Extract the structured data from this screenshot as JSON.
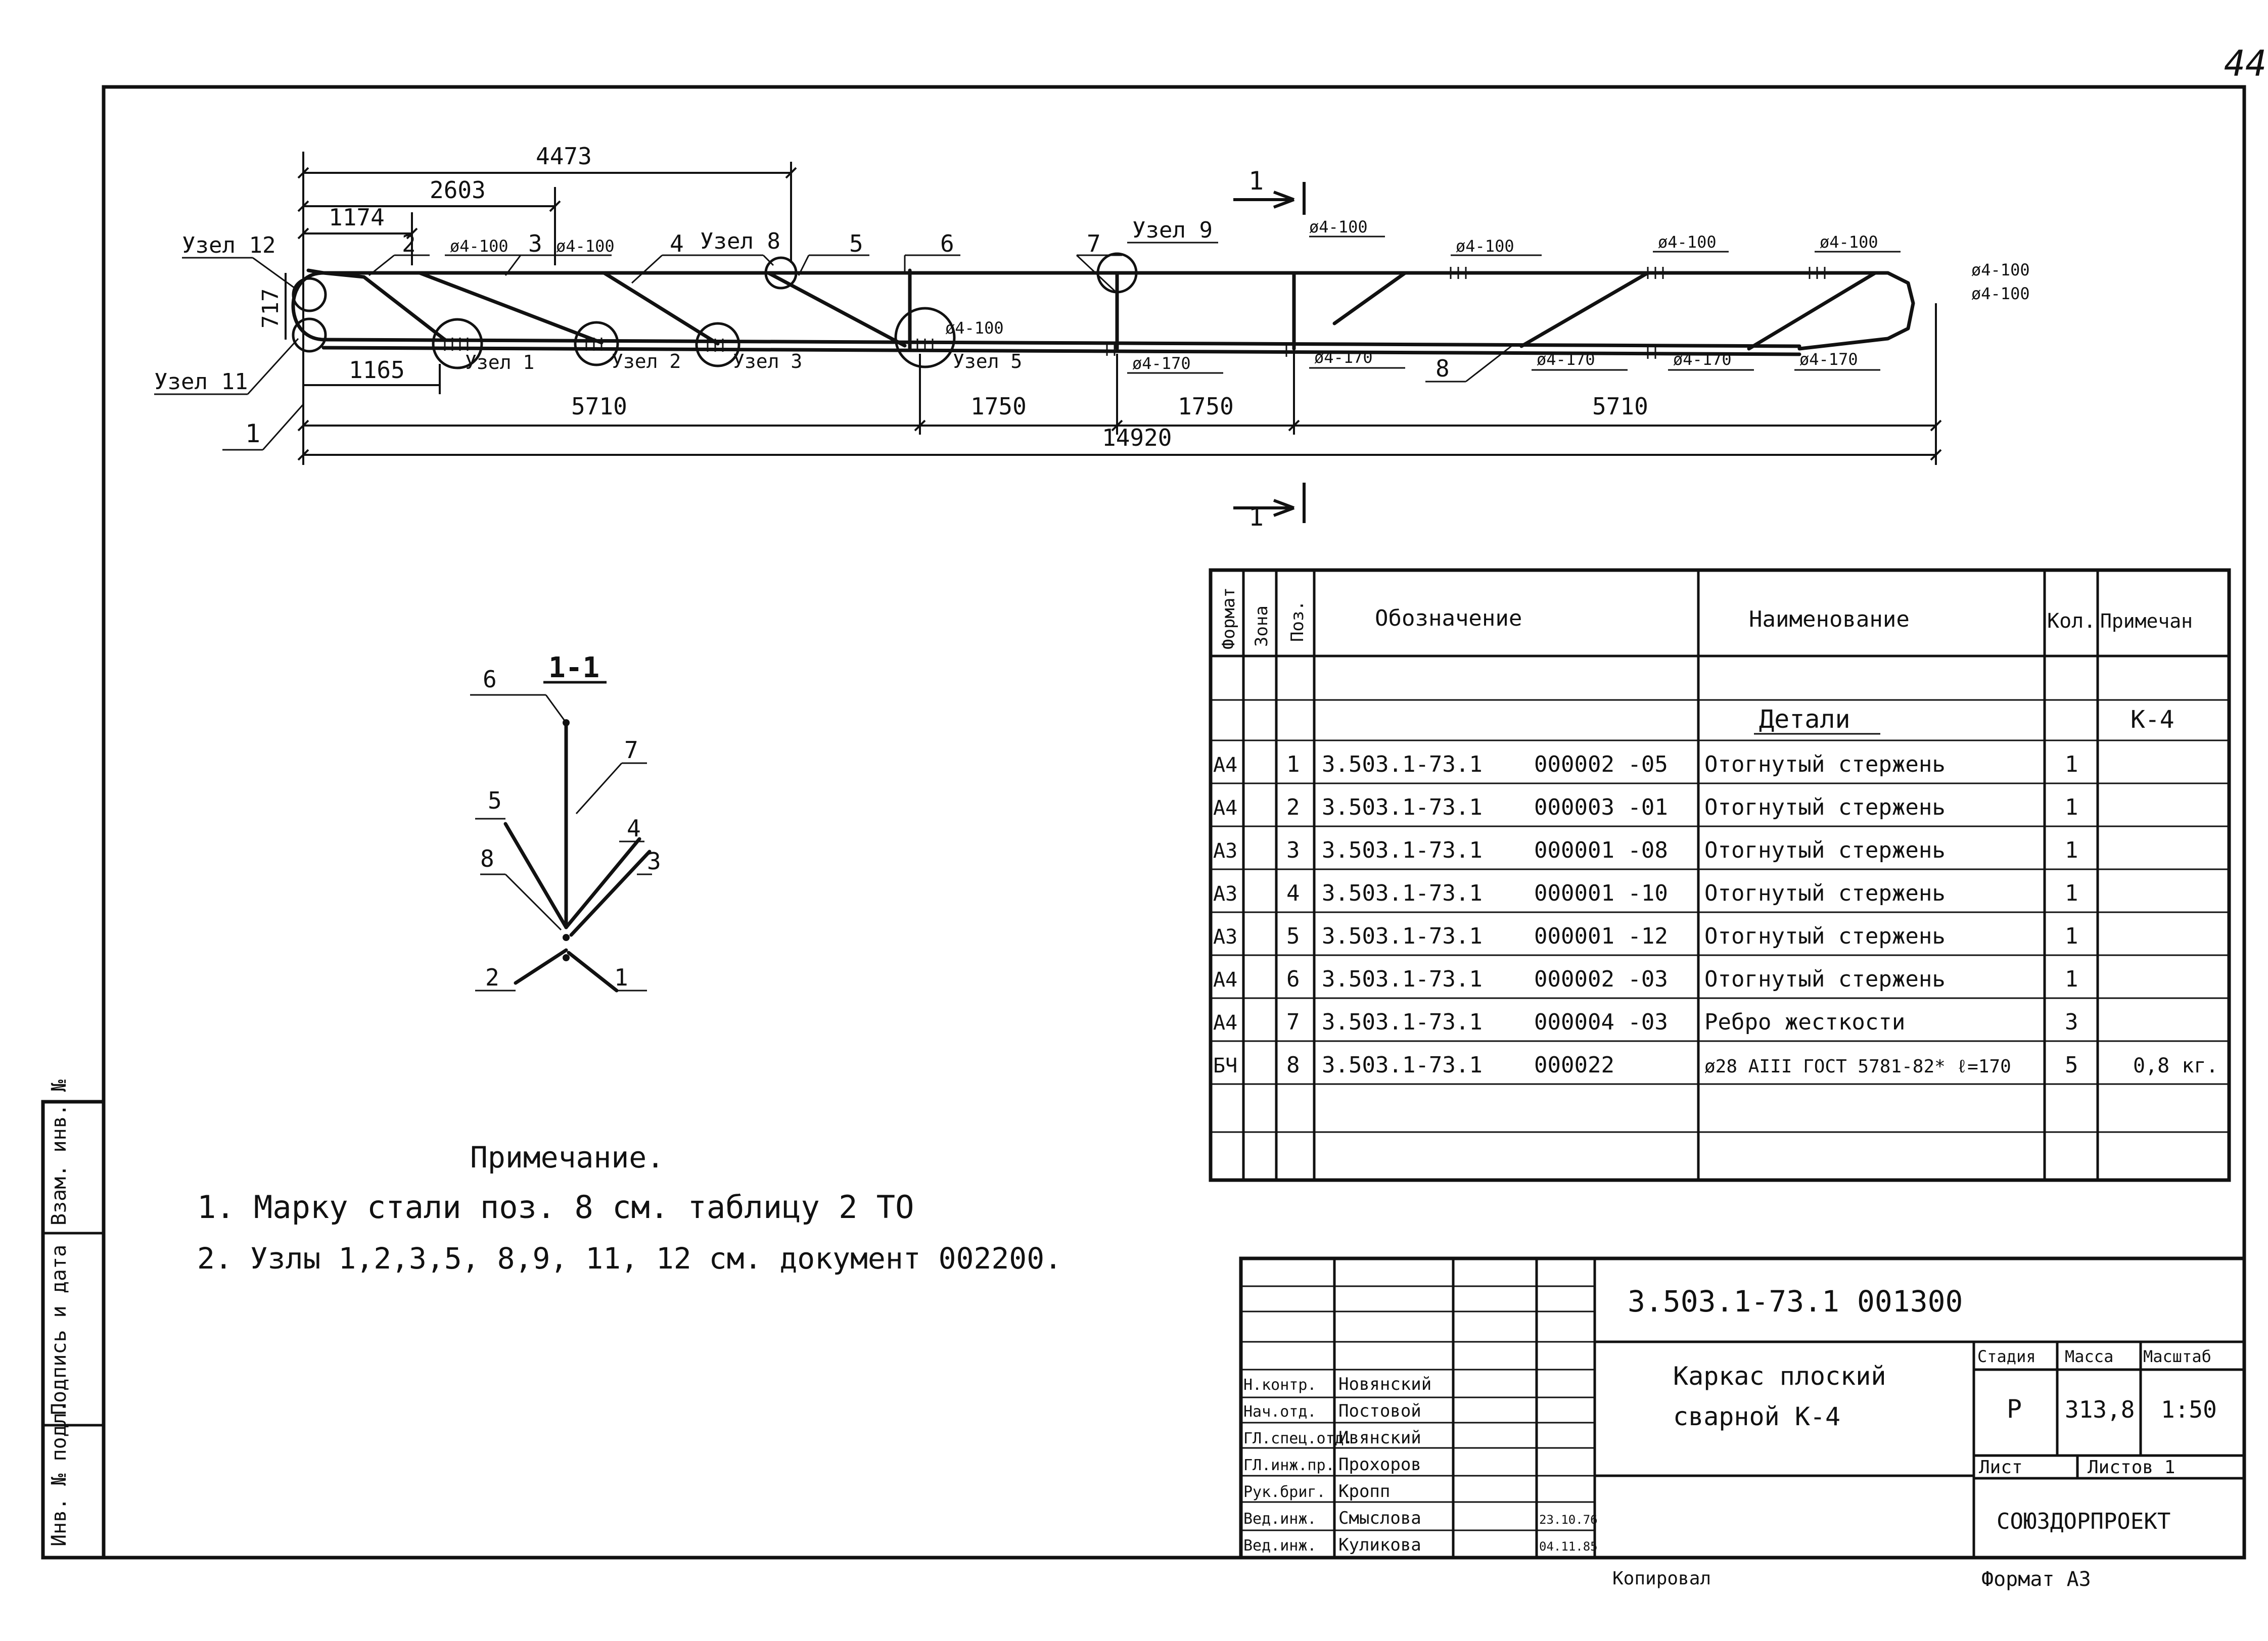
{
  "sheet_number": "44",
  "drawing": {
    "dims_top": [
      "4473",
      "2603",
      "1174"
    ],
    "dim_left": "717",
    "dim_bottom_left": "1165",
    "dims_bottom": [
      "5710",
      "1750",
      "1750",
      "5710"
    ],
    "dim_total": "14920",
    "section_mark": "1",
    "positions": [
      "1",
      "2",
      "3",
      "4",
      "5",
      "6",
      "7",
      "8"
    ],
    "nodes": [
      "Узел 12",
      "Узел 11",
      "Узел 1",
      "Узел 2",
      "Узел 3",
      "Узел 5",
      "Узел 8",
      "Узел 9"
    ],
    "welds": [
      "ø4-100",
      "ø4-100",
      "ø4-100",
      "ø4-100",
      "ø4-100",
      "ø4-100",
      "ø4-100",
      "ø4-100",
      "ø4-100",
      "ø4-170",
      "ø4-170",
      "ø4-170",
      "ø4-170",
      "ø4-170"
    ]
  },
  "section": {
    "title": "1-1",
    "labels": [
      "6",
      "7",
      "5",
      "4",
      "8",
      "3",
      "2",
      "1"
    ]
  },
  "notes": {
    "title": "Примечание.",
    "items": [
      "1. Марку стали поз. 8 см. таблицу 2 ТО",
      "2. Узлы 1,2,3,5, 8,9, 11, 12 см. документ 002200."
    ]
  },
  "spec": {
    "headers": [
      "Формат",
      "Зона",
      "Поз.",
      "Обозначение",
      "Наименование",
      "Кол.",
      "Примечан"
    ],
    "group_title": "Детали",
    "group_note": "К-4",
    "rows": [
      {
        "fmt": "А4",
        "zone": "",
        "pos": "1",
        "doc": "3.503.1-73.1",
        "code": "000002 -05",
        "name": "Отогнутый стержень",
        "qty": "1",
        "note": ""
      },
      {
        "fmt": "А4",
        "zone": "",
        "pos": "2",
        "doc": "3.503.1-73.1",
        "code": "000003 -01",
        "name": "Отогнутый стержень",
        "qty": "1",
        "note": ""
      },
      {
        "fmt": "А3",
        "zone": "",
        "pos": "3",
        "doc": "3.503.1-73.1",
        "code": "000001 -08",
        "name": "Отогнутый стержень",
        "qty": "1",
        "note": ""
      },
      {
        "fmt": "А3",
        "zone": "",
        "pos": "4",
        "doc": "3.503.1-73.1",
        "code": "000001 -10",
        "name": "Отогнутый стержень",
        "qty": "1",
        "note": ""
      },
      {
        "fmt": "А3",
        "zone": "",
        "pos": "5",
        "doc": "3.503.1-73.1",
        "code": "000001 -12",
        "name": "Отогнутый стержень",
        "qty": "1",
        "note": ""
      },
      {
        "fmt": "А4",
        "zone": "",
        "pos": "6",
        "doc": "3.503.1-73.1",
        "code": "000002 -03",
        "name": "Отогнутый стержень",
        "qty": "1",
        "note": ""
      },
      {
        "fmt": "А4",
        "zone": "",
        "pos": "7",
        "doc": "3.503.1-73.1",
        "code": "000004 -03",
        "name": "Ребро жесткости",
        "qty": "3",
        "note": ""
      },
      {
        "fmt": "БЧ",
        "zone": "",
        "pos": "8",
        "doc": "3.503.1-73.1",
        "code": "000022",
        "name": "ø28 АIII ГОСТ 5781-82* ℓ=170",
        "qty": "5",
        "note": "0,8 кг."
      }
    ]
  },
  "title_block": {
    "code": "3.503.1-73.1 001300",
    "title_line1": "Каркас плоский",
    "title_line2": "сварной К-4",
    "stage_label": "Стадия",
    "mass_label": "Масса",
    "scale_label": "Масштаб",
    "stage": "Р",
    "mass": "313,8",
    "scale": "1:50",
    "sheet_label": "Лист",
    "sheets_label": "Листов 1",
    "org": "СОЮЗДОРПРОЕКТ",
    "copied": "Копировал",
    "format": "Формат А3",
    "staff": [
      {
        "role": "Н.контр.",
        "name": "Новянский",
        "date": ""
      },
      {
        "role": "Нач.отд.",
        "name": "Постовой",
        "date": ""
      },
      {
        "role": "ГЛ.спец.отд.",
        "name": "Ивянский",
        "date": ""
      },
      {
        "role": "ГЛ.инж.пр.",
        "name": "Прохоров",
        "date": ""
      },
      {
        "role": "Рук.бриг.",
        "name": "Кропп",
        "date": ""
      },
      {
        "role": "Вед.инж.",
        "name": "Смыслова",
        "date": "23.10.76"
      },
      {
        "role": "Вед.инж.",
        "name": "Куликова",
        "date": "04.11.85"
      }
    ]
  },
  "side_stamp": [
    "Инв. № подл.",
    "Подпись и дата",
    "Взам. инв. №"
  ]
}
